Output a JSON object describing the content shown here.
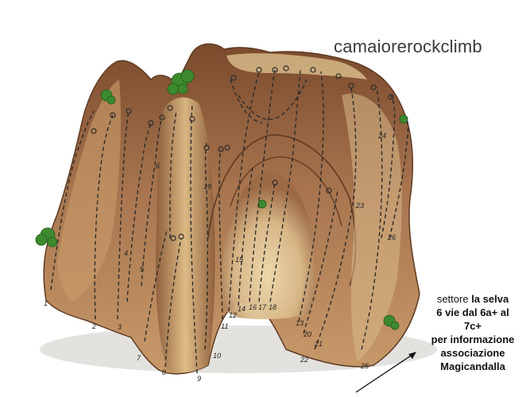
{
  "brand": "camaiorerockclimb",
  "info": {
    "line1_prefix": "settore",
    "line1_bold": "la selva",
    "line2": "6 vie dal 6a+ al 7c+",
    "line3": "per informazione",
    "line4": "associazione",
    "line5": "Magicandalla"
  },
  "route_numbers": [
    "1",
    "2",
    "3",
    "4",
    "5",
    "6",
    "7",
    "8",
    "9",
    "10",
    "11",
    "12",
    "13",
    "14",
    "15",
    "16",
    "17",
    "18",
    "19",
    "20",
    "21",
    "22",
    "23",
    "24",
    "25",
    "26"
  ],
  "colors": {
    "rock_dark": "#7a4a2c",
    "rock_mid": "#a8754f",
    "rock_light": "#d9b98a",
    "rock_highlight": "#e8cf9a",
    "vegetation": "#3d8a2e",
    "ink": "#2b2b2b"
  }
}
